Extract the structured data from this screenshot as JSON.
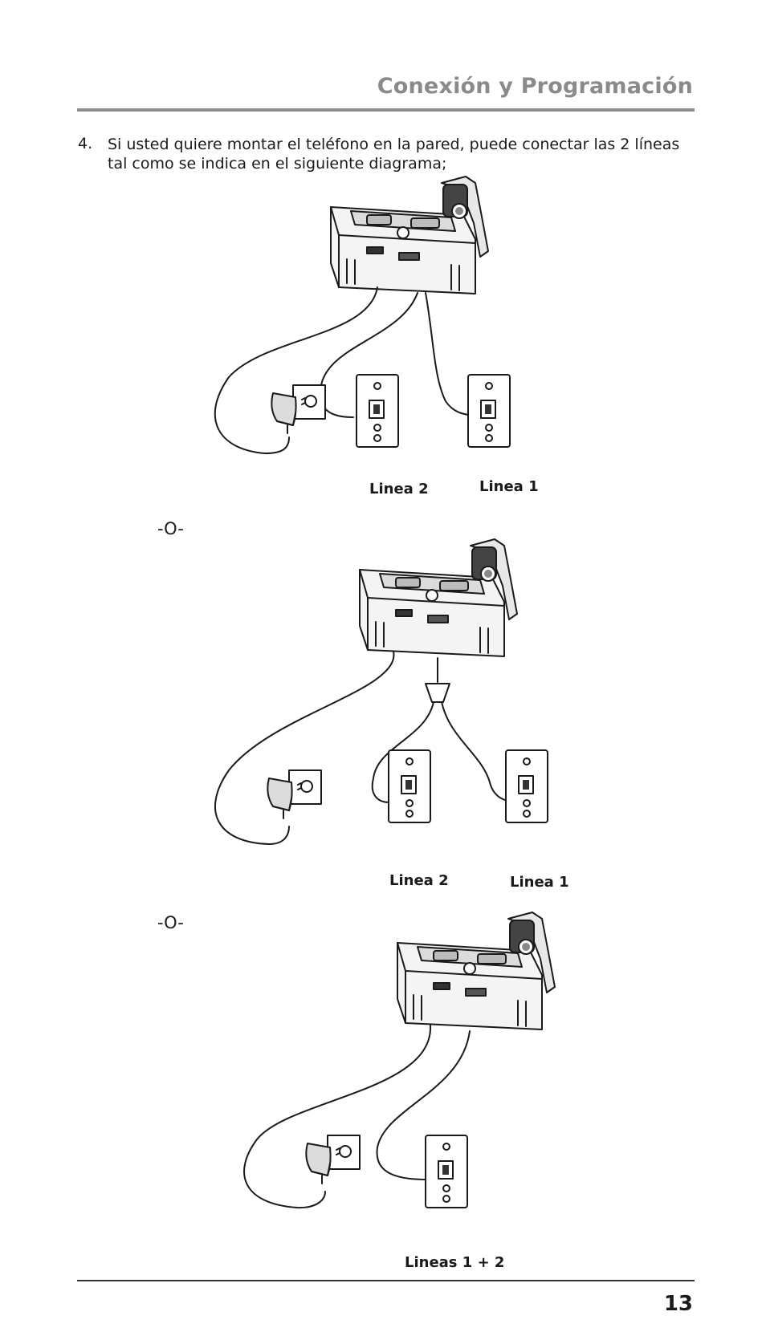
{
  "header": {
    "title": "Conexión y Programación"
  },
  "instruction": {
    "number": "4.",
    "text": "Si usted quiere montar el teléfono en la pared, puede conectar las 2 líneas tal como se indica en el siguiente diagrama;"
  },
  "separator": "-O-",
  "diagrams": {
    "d1": {
      "label_left": "Linea 2",
      "label_right": "Linea 1"
    },
    "d2": {
      "label_left": "Linea 2",
      "label_right": "Linea 1"
    },
    "d3": {
      "label": "Lineas 1 + 2"
    }
  },
  "footer": {
    "page_number": "13"
  }
}
